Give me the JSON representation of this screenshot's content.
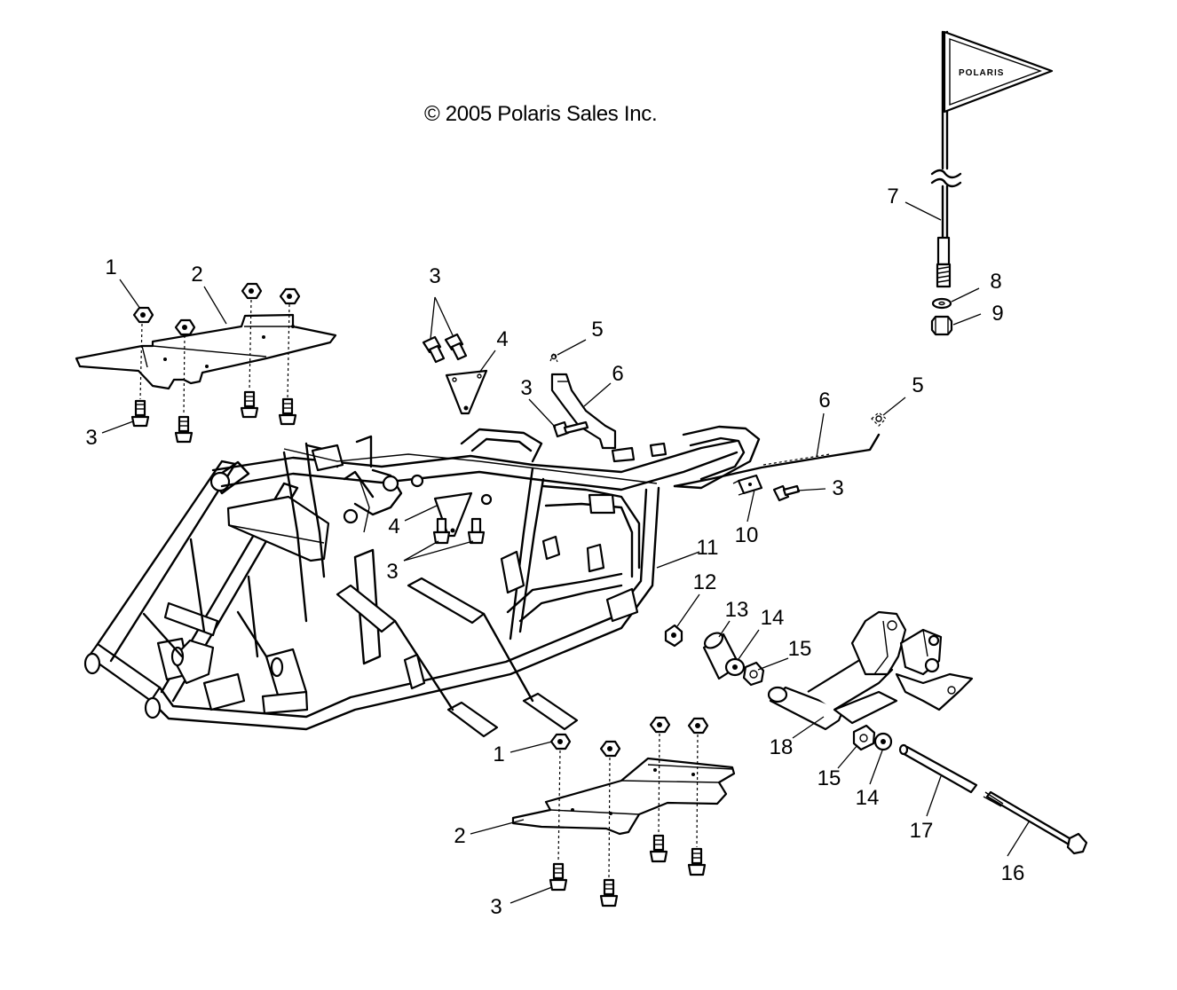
{
  "copyright": "© 2005 Polaris Sales Inc.",
  "flag_text": "POLARIS",
  "callouts": [
    {
      "id": "c1a",
      "text": "1"
    },
    {
      "id": "c2a",
      "text": "2"
    },
    {
      "id": "c3a",
      "text": "3"
    },
    {
      "id": "c3b",
      "text": "3"
    },
    {
      "id": "c4a",
      "text": "4"
    },
    {
      "id": "c5a",
      "text": "5"
    },
    {
      "id": "c6a",
      "text": "6"
    },
    {
      "id": "c3c",
      "text": "3"
    },
    {
      "id": "c7",
      "text": "7"
    },
    {
      "id": "c8",
      "text": "8"
    },
    {
      "id": "c9",
      "text": "9"
    },
    {
      "id": "c5b",
      "text": "5"
    },
    {
      "id": "c6b",
      "text": "6"
    },
    {
      "id": "c3d",
      "text": "3"
    },
    {
      "id": "c10",
      "text": "10"
    },
    {
      "id": "c4b",
      "text": "4"
    },
    {
      "id": "c3e",
      "text": "3"
    },
    {
      "id": "c11",
      "text": "11"
    },
    {
      "id": "c12",
      "text": "12"
    },
    {
      "id": "c13",
      "text": "13"
    },
    {
      "id": "c14a",
      "text": "14"
    },
    {
      "id": "c15a",
      "text": "15"
    },
    {
      "id": "c18",
      "text": "18"
    },
    {
      "id": "c15b",
      "text": "15"
    },
    {
      "id": "c14b",
      "text": "14"
    },
    {
      "id": "c17",
      "text": "17"
    },
    {
      "id": "c16",
      "text": "16"
    },
    {
      "id": "c1b",
      "text": "1"
    },
    {
      "id": "c2b",
      "text": "2"
    },
    {
      "id": "c3f",
      "text": "3"
    }
  ]
}
